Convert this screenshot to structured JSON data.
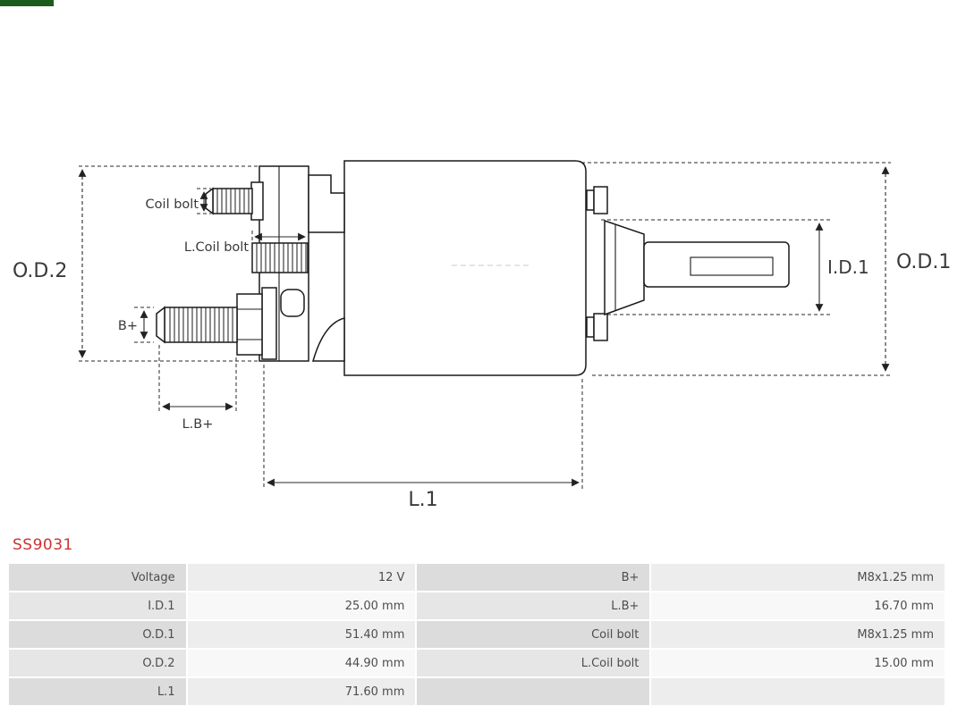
{
  "colors": {
    "product_code": "#cc3333",
    "logo_strip": "#1c5b1c",
    "table_label_bg": "#dcdcdc",
    "table_value_bg": "#ededed",
    "drawing_line": "#1a1a1a"
  },
  "product": {
    "code": "SS9031"
  },
  "diagram": {
    "dim_labels": {
      "od2": "O.D.2",
      "od1": "O.D.1",
      "id1": "I.D.1",
      "l1": "L.1",
      "lb": "L.B+",
      "b": "B+",
      "coil_bolt": "Coil bolt",
      "l_coil_bolt": "L.Coil bolt"
    }
  },
  "spec_table": {
    "rows": [
      {
        "c0": "Voltage",
        "c1": "12 V",
        "c2": "B+",
        "c3": "M8x1.25 mm"
      },
      {
        "c0": "I.D.1",
        "c1": "25.00 mm",
        "c2": "L.B+",
        "c3": "16.70 mm"
      },
      {
        "c0": "O.D.1",
        "c1": "51.40 mm",
        "c2": "Coil bolt",
        "c3": "M8x1.25 mm"
      },
      {
        "c0": "O.D.2",
        "c1": "44.90 mm",
        "c2": "L.Coil bolt",
        "c3": "15.00 mm"
      },
      {
        "c0": "L.1",
        "c1": "71.60 mm",
        "c2": "",
        "c3": ""
      }
    ]
  }
}
